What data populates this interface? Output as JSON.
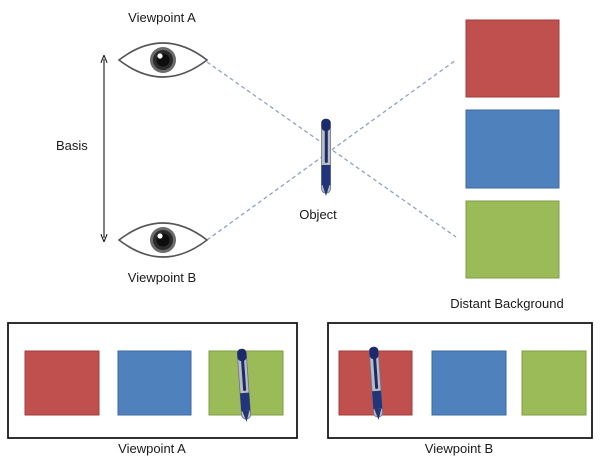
{
  "labels": {
    "viewpoint_a": "Viewpoint A",
    "viewpoint_b": "Viewpoint B",
    "basis": "Basis",
    "object": "Object",
    "distant_background": "Distant Background"
  },
  "panels": {
    "left_caption": "Viewpoint A",
    "right_caption": "Viewpoint B"
  },
  "icons": {
    "eye": "eye-icon",
    "pen": "pen-icon",
    "arrow": "double-arrow-icon"
  },
  "colors": {
    "red": "#c0504d",
    "blue": "#4f81bd",
    "green": "#9bbb59",
    "sight_line": "#8ea2c6",
    "pen_body": "#b8bcc4",
    "pen_clip": "#1a2a6c",
    "frame": "#1a1a1a"
  }
}
